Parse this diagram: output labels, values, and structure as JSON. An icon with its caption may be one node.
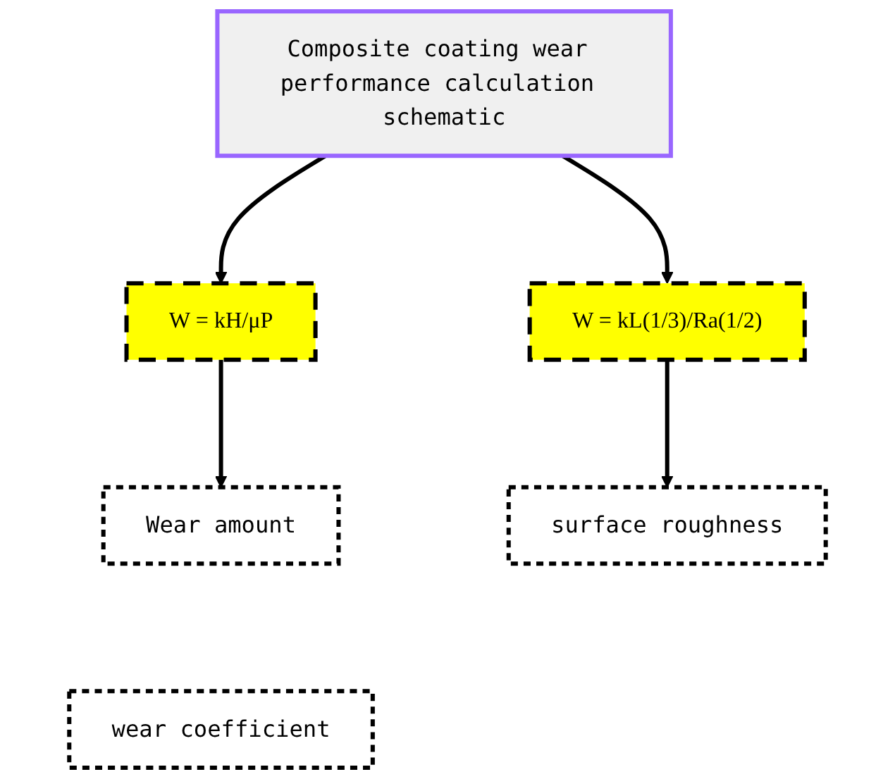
{
  "diagram": {
    "nodes": [
      {
        "text": [
          "Composite coating wear performance calculation schematic"
        ]
      },
      {
        "text": [
          "W = kH/μP"
        ]
      },
      {
        "text": [
          "W = kL(1/3)/Ra(1/2)"
        ]
      },
      {
        "text": [
          "Wear amount"
        ]
      },
      {
        "text": [
          "wear coefficient"
        ]
      },
      {
        "text": [
          "surface roughness"
        ]
      }
    ],
    "edges": [
      {
        "from": 0,
        "to": 1,
        "arrow": "to"
      },
      {
        "from": 0,
        "to": 2,
        "arrow": "to"
      },
      {
        "from": 1,
        "to": 3,
        "arrow": "to"
      },
      {
        "from": 2,
        "to": 5,
        "arrow": "to"
      }
    ]
  }
}
